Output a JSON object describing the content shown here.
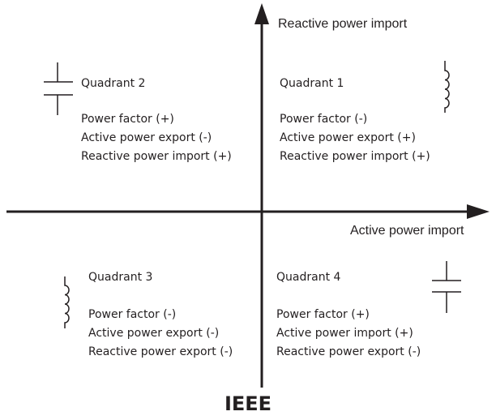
{
  "axes": {
    "vertical_label": "Reactive power import",
    "horizontal_label": "Active power import"
  },
  "quadrants": [
    {
      "title": "Quadrant 1",
      "symbol": "inductor-icon",
      "lines": [
        "Power factor (-)",
        "Active power export (+)",
        "Reactive power import (+)"
      ]
    },
    {
      "title": "Quadrant 2",
      "symbol": "capacitor-icon",
      "lines": [
        "Power factor (+)",
        "Active power export (-)",
        "Reactive power import (+)"
      ]
    },
    {
      "title": "Quadrant 3",
      "symbol": "inductor-icon",
      "lines": [
        "Power factor (-)",
        "Active power export (-)",
        "Reactive power export (-)"
      ]
    },
    {
      "title": "Quadrant 4",
      "symbol": "capacitor-icon",
      "lines": [
        "Power factor (+)",
        "Active power import (+)",
        "Reactive power export (-)"
      ]
    }
  ],
  "footer": {
    "label": "IEEE"
  },
  "colors": {
    "ink": "#231f20",
    "background": "#ffffff"
  }
}
